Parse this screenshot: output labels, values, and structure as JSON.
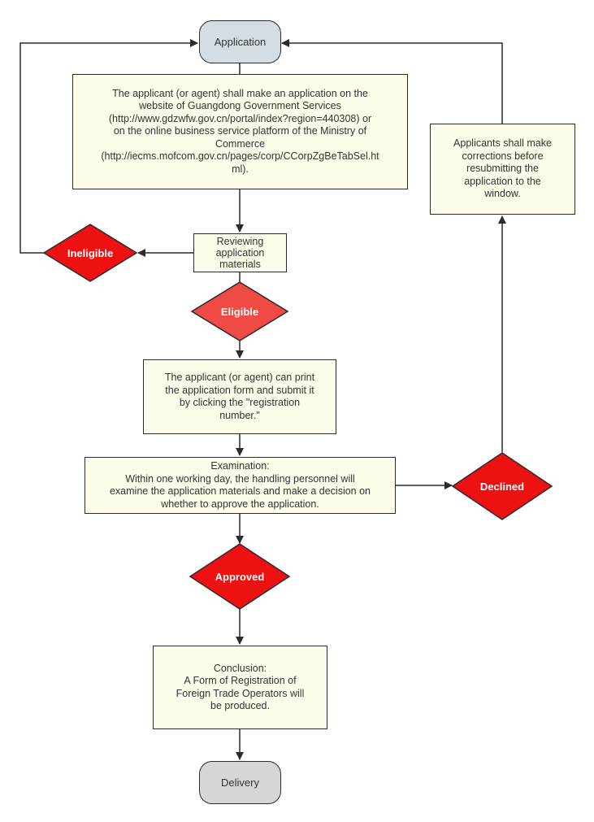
{
  "nodes": {
    "application": "Application",
    "apply_step": "The applicant (or agent) shall make an application on the\nwebsite of Guangdong Government Services\n(http://www.gdzwfw.gov.cn/portal/index?region=440308) or\non the online business service platform of the Ministry of\nCommerce\n(http://iecms.mofcom.gov.cn/pages/corp/CCorpZgBeTabSel.ht\nml).",
    "reviewing": "Reviewing\napplication\nmaterials",
    "ineligible": "Ineligible",
    "eligible": "Eligible",
    "print_step": "The applicant (or agent) can print\nthe application form and submit it\nby clicking the \"registration\nnumber.\"",
    "examination": "Examination:\nWithin one working day, the handling personnel will\nexamine the application materials and make a decision on\nwhether to approve the application.",
    "declined": "Declined",
    "corrections": "Applicants shall make\ncorrections before\nresubmitting the\napplication to the\nwindow.",
    "approved": "Approved",
    "conclusion": "Conclusion:\nA Form of Registration of\nForeign Trade Operators will\nbe produced.",
    "delivery": "Delivery"
  },
  "colors": {
    "application_fill": "#d5dde2",
    "delivery_fill": "#d6d6d6",
    "box_fill": "#fdfde9",
    "decision_fill": "#ee1111",
    "eligible_fill": "#ef4a44",
    "line": "#2b2b2b"
  }
}
